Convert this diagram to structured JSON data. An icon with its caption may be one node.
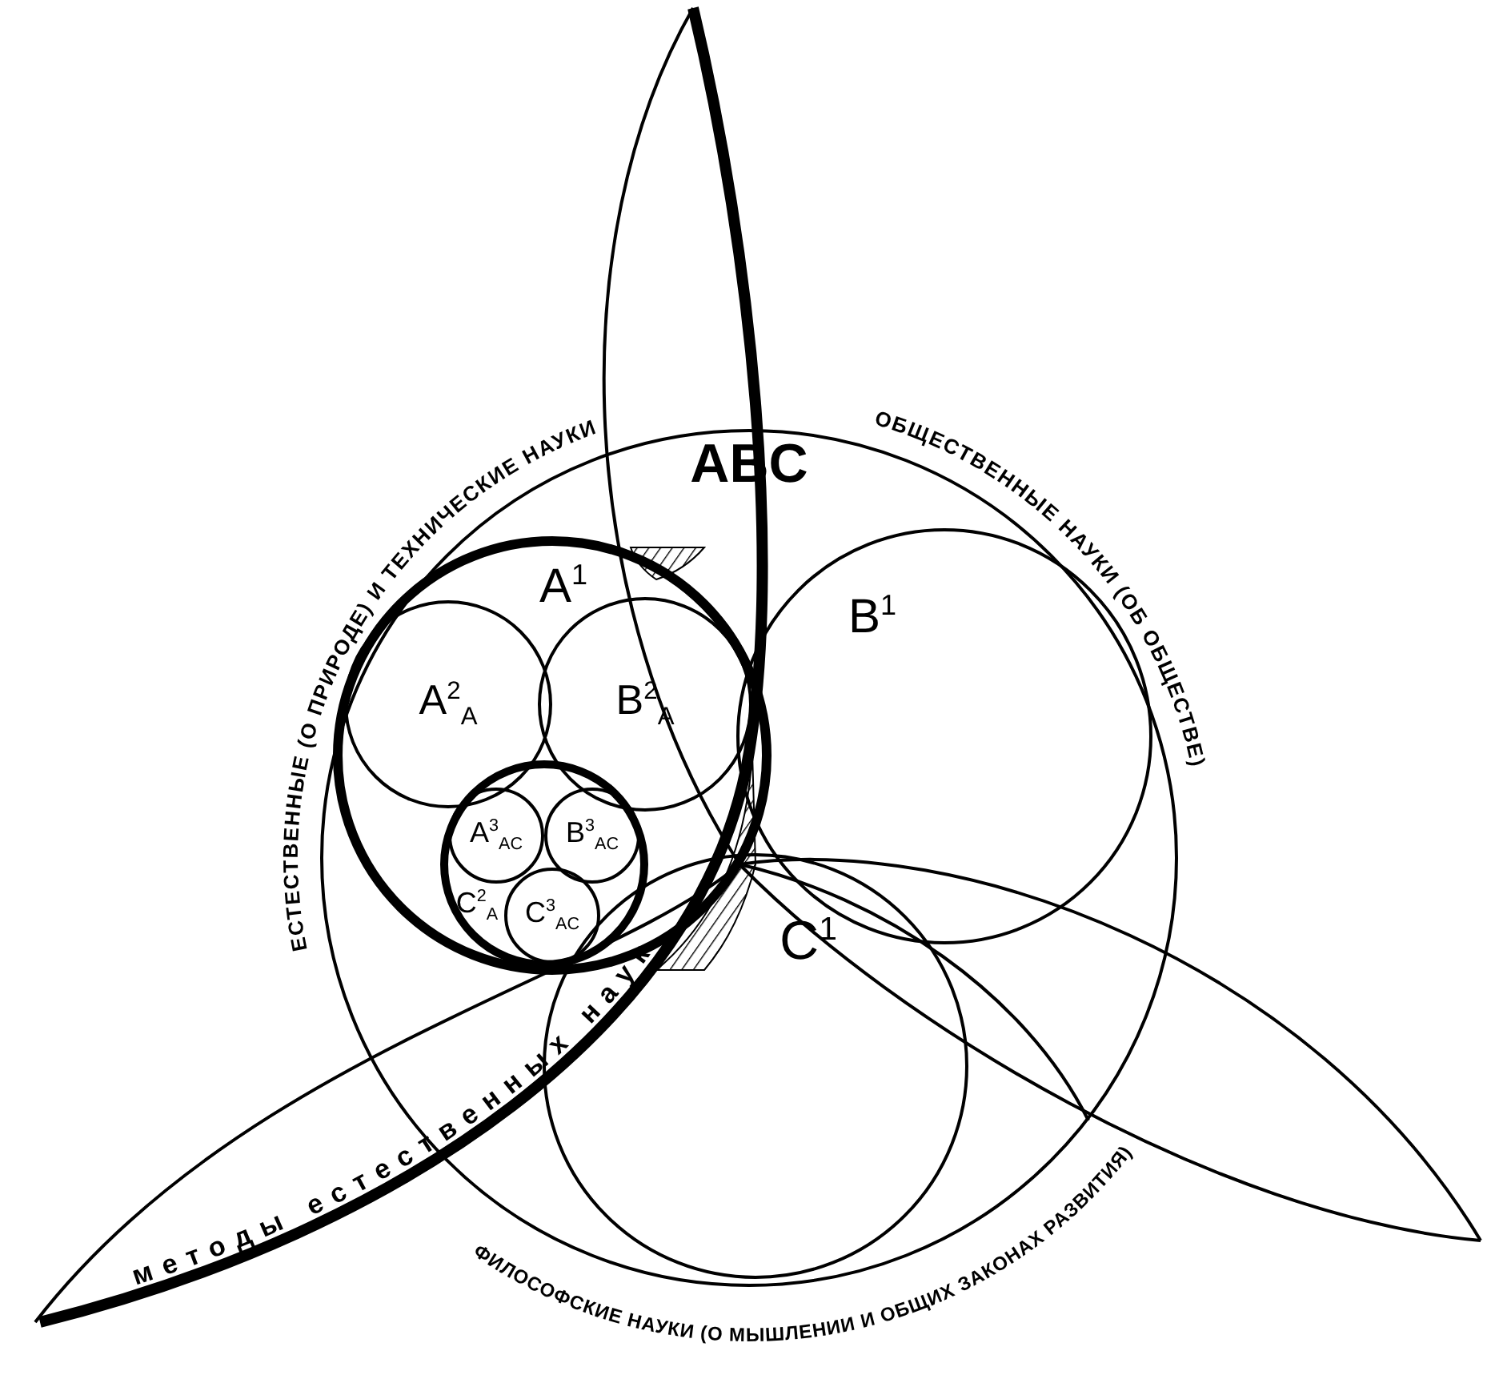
{
  "diagram": {
    "nodes": [
      {
        "text": [
          "ABC"
        ]
      },
      {
        "text": [
          "A$^{1}$"
        ],
        "in": 0
      },
      {
        "text": [
          "A$^{2}$$_{A}$"
        ],
        "in": 1
      },
      {
        "text": [
          "B$^{2}$$_{A}$"
        ],
        "in": 1
      },
      {
        "text": [
          "C$^{2}$$_{A}$"
        ],
        "in": 1
      },
      {
        "text": [
          "A$^{3}$$_{AC}$"
        ],
        "in": 4
      },
      {
        "text": [
          "B$^{3}$$_{AC}$"
        ],
        "in": 4
      },
      {
        "text": [
          "C$^{3}$$_{AC}$"
        ],
        "in": 4
      },
      {
        "text": [
          "B$^{1}$"
        ],
        "in": 0
      },
      {
        "text": [
          "C$^{1}$"
        ],
        "in": 0
      }
    ],
    "edges": [],
    "labels": [
      "ЕСТЕСТВЕННЫЕ (О ПРИРОДЕ) И ТЕХНИЧЕСКИЕ НАУКИ",
      "ОБЩЕСТВЕННЫЕ НАУКИ (ОБ ОБЩЕСТВЕ)",
      "ФИЛОСОФСКИЕ НАУКИ (О МЫШЛЕНИИ И ОБЩИХ ЗАКОНАХ РАЗВИТИЯ)",
      "методы естественных наук"
    ]
  }
}
